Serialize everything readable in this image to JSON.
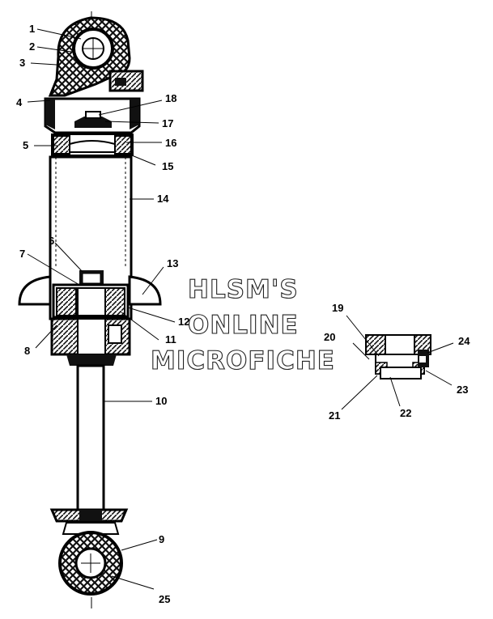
{
  "watermark": {
    "line1": "HLSM'S",
    "line2": "ONLINE",
    "line3": "MICROFICHE"
  },
  "callouts": {
    "c1": "1",
    "c2": "2",
    "c3": "3",
    "c4": "4",
    "c5": "5",
    "c6": "6",
    "c7": "7",
    "c8": "8",
    "c9": "9",
    "c10": "10",
    "c11": "11",
    "c12": "12",
    "c13": "13",
    "c14": "14",
    "c15": "15",
    "c16": "16",
    "c17": "17",
    "c18": "18",
    "c19": "19",
    "c20": "20",
    "c21": "21",
    "c22": "22",
    "c23": "23",
    "c24": "24",
    "c25": "25"
  }
}
